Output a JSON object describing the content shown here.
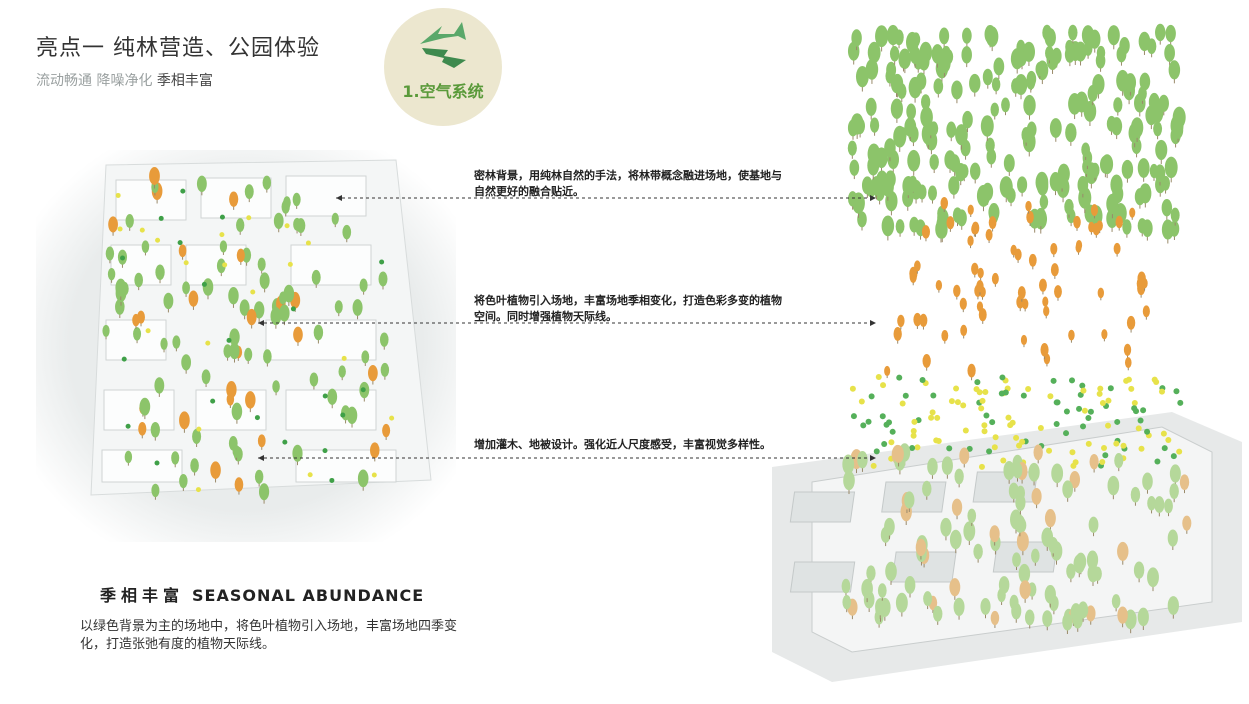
{
  "header": {
    "title": "亮点一  纯林营造、公园体验",
    "subtitle_gray": "流动畅通  降噪净化 ",
    "subtitle_dark": "季相丰富"
  },
  "badge": {
    "label": "1.空气系统",
    "icon": "double-arrow-icon"
  },
  "annotations": [
    {
      "lines": [
        "密林背景，用纯林自然的手法，将林带概念融进场地，使基地与",
        "自然更好的融合贴近。"
      ]
    },
    {
      "lines": [
        "将色叶植物引入场地，丰富场地季相变化，打造色彩多变的植物",
        "空间。同时增强植物天际线。"
      ]
    },
    {
      "lines": [
        "增加灌木、地被设计。强化近人尺度感受，丰富视觉多样性。"
      ]
    }
  ],
  "section": {
    "title_cn": "季相丰富",
    "title_en": "SEASONAL ABUNDANCE",
    "body": "以绿色背景为主的场地中，将色叶植物引入场地，丰富场地四季变化，打造张弛有度的植物天际线。"
  },
  "colors": {
    "green": "#8cc46a",
    "orange": "#e89b3a",
    "yellow": "#e7e24a",
    "accent": "#5a9a3a"
  }
}
